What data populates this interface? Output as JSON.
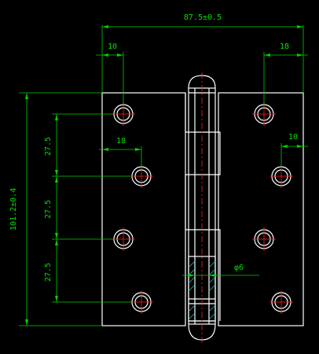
{
  "drawing": {
    "dimensions": {
      "overall_width": "87.5±0.5",
      "overall_height": "101.2±0.4",
      "top_left_offset": "10",
      "top_right_offset": "18",
      "inner_left_offset": "18",
      "inner_right_offset": "10",
      "pitch_top": "27.5",
      "pitch_middle": "27.5",
      "pitch_bottom": "27.5",
      "pin_diameter": "φ6"
    },
    "colors": {
      "background": "#000000",
      "outline": "#ffffff",
      "dimension": "#00d000",
      "centerline": "#ff2020",
      "hatch": "#00c8c8"
    }
  }
}
